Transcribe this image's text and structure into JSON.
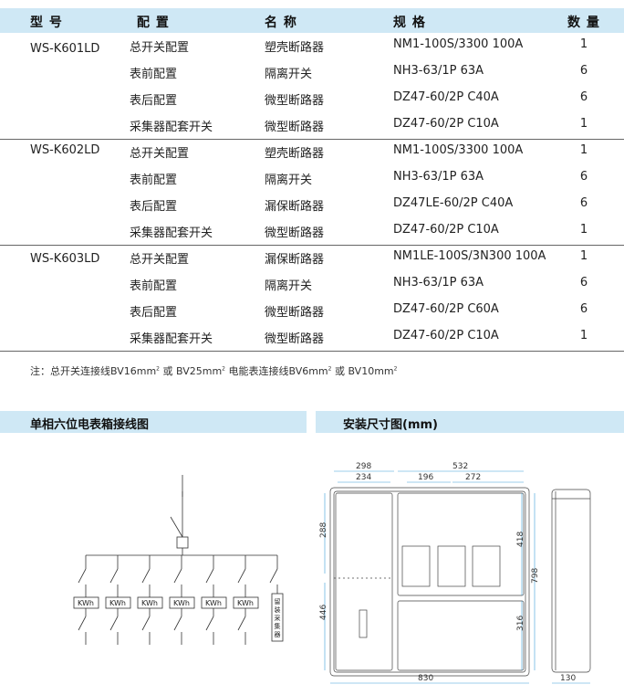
{
  "table": {
    "headers": {
      "model": "型 号",
      "config": "配 置",
      "name": "名 称",
      "spec": "规 格",
      "qty": "数 量"
    },
    "groups": [
      {
        "model": "WS-K601LD",
        "rows": [
          {
            "config": "总开关配置",
            "name": "塑壳断路器",
            "spec": "NM1-100S/3300 100A",
            "qty": "1"
          },
          {
            "config": "表前配置",
            "name": "隔离开关",
            "spec": "NH3-63/1P 63A",
            "qty": "6"
          },
          {
            "config": "表后配置",
            "name": "微型断路器",
            "spec": "DZ47-60/2P C40A",
            "qty": "6"
          },
          {
            "config": "采集器配套开关",
            "name": "微型断路器",
            "spec": "DZ47-60/2P C10A",
            "qty": "1"
          }
        ]
      },
      {
        "model": "WS-K602LD",
        "rows": [
          {
            "config": "总开关配置",
            "name": "塑壳断路器",
            "spec": "NM1-100S/3300 100A",
            "qty": "1"
          },
          {
            "config": "表前配置",
            "name": "隔离开关",
            "spec": "NH3-63/1P 63A",
            "qty": "6"
          },
          {
            "config": "表后配置",
            "name": "漏保断路器",
            "spec": "DZ47LE-60/2P C40A",
            "qty": "6"
          },
          {
            "config": "采集器配套开关",
            "name": "微型断路器",
            "spec": "DZ47-60/2P C10A",
            "qty": "1"
          }
        ]
      },
      {
        "model": "WS-K603LD",
        "rows": [
          {
            "config": "总开关配置",
            "name": "漏保断路器",
            "spec": "NM1LE-100S/3N300 100A",
            "qty": "1"
          },
          {
            "config": "表前配置",
            "name": "隔离开关",
            "spec": "NH3-63/1P 63A",
            "qty": "6"
          },
          {
            "config": "表后配置",
            "name": "微型断路器",
            "spec": "DZ47-60/2P C60A",
            "qty": "6"
          },
          {
            "config": "采集器配套开关",
            "name": "微型断路器",
            "spec": "DZ47-60/2P C10A",
            "qty": "1"
          }
        ]
      }
    ]
  },
  "note": {
    "label": "注：",
    "part1": "总开关连接线BV16mm",
    "sup1": "2",
    "part2": " 或 BV25mm",
    "sup2": "2",
    "part3": " 电能表连接线BV6mm",
    "sup3": "2",
    "part4": " 或 BV10mm",
    "sup4": "2"
  },
  "sections": {
    "wiring_title": "单相六位电表箱接线图",
    "dimension_title": "安装尺寸图(mm)"
  },
  "wiring": {
    "meter_label": "KWh",
    "meter_count": 6,
    "collector_label": "留装采集器"
  },
  "dimensions": {
    "top_left_outer": "298",
    "top_left_inner": "234",
    "top_right_outer": "532",
    "top_right_a": "196",
    "top_right_b": "272",
    "left_upper": "288",
    "left_lower": "446",
    "right_upper": "418",
    "right_lower": "316",
    "right_total": "798",
    "bottom_width": "830",
    "side_depth": "130"
  }
}
